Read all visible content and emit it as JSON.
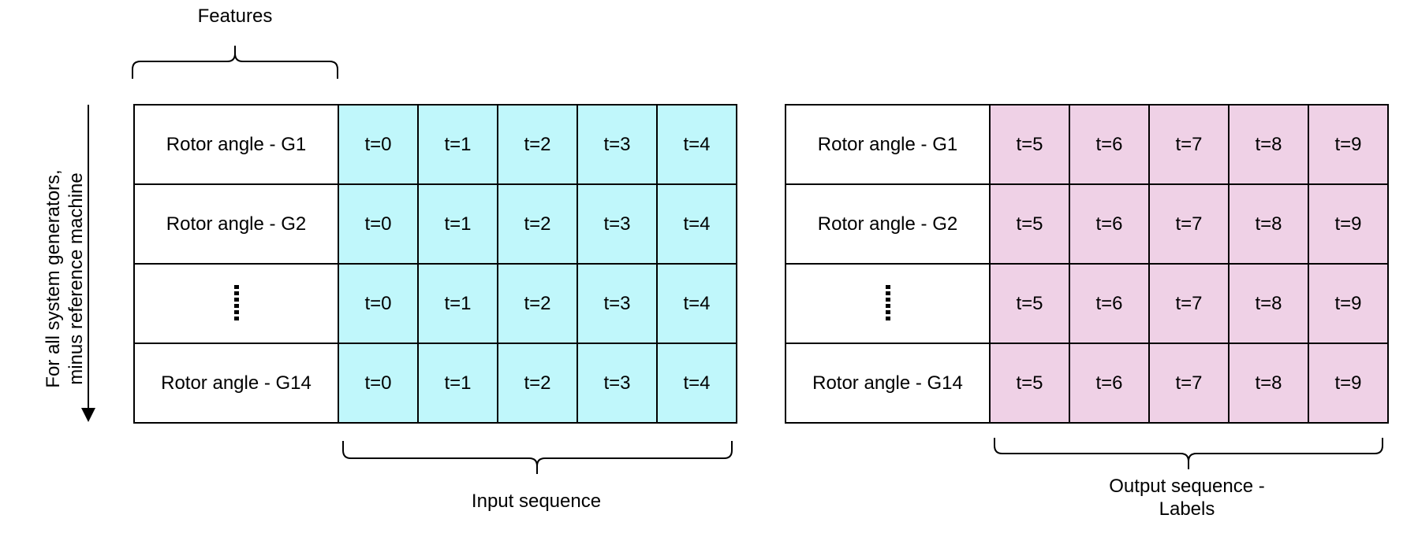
{
  "features_label": "Features",
  "axis_label_line1": "For all system generators,",
  "axis_label_line2": "minus reference machine",
  "input_sequence_label": "Input sequence",
  "output_sequence_label_line1": "Output sequence -",
  "output_sequence_label_line2": "Labels",
  "colors": {
    "input_fill": "#c0f7fb",
    "output_fill": "#efd1e6"
  },
  "input_table": {
    "rows": [
      {
        "feature": "Rotor angle - G1",
        "steps": [
          "t=0",
          "t=1",
          "t=2",
          "t=3",
          "t=4"
        ]
      },
      {
        "feature": "Rotor angle - G2",
        "steps": [
          "t=0",
          "t=1",
          "t=2",
          "t=3",
          "t=4"
        ]
      },
      {
        "feature": "",
        "ellipsis": true,
        "steps": [
          "t=0",
          "t=1",
          "t=2",
          "t=3",
          "t=4"
        ]
      },
      {
        "feature": "Rotor angle - G14",
        "steps": [
          "t=0",
          "t=1",
          "t=2",
          "t=3",
          "t=4"
        ]
      }
    ]
  },
  "output_table": {
    "rows": [
      {
        "feature": "Rotor angle - G1",
        "steps": [
          "t=5",
          "t=6",
          "t=7",
          "t=8",
          "t=9"
        ]
      },
      {
        "feature": "Rotor angle - G2",
        "steps": [
          "t=5",
          "t=6",
          "t=7",
          "t=8",
          "t=9"
        ]
      },
      {
        "feature": "",
        "ellipsis": true,
        "steps": [
          "t=5",
          "t=6",
          "t=7",
          "t=8",
          "t=9"
        ]
      },
      {
        "feature": "Rotor angle - G14",
        "steps": [
          "t=5",
          "t=6",
          "t=7",
          "t=8",
          "t=9"
        ]
      }
    ]
  }
}
